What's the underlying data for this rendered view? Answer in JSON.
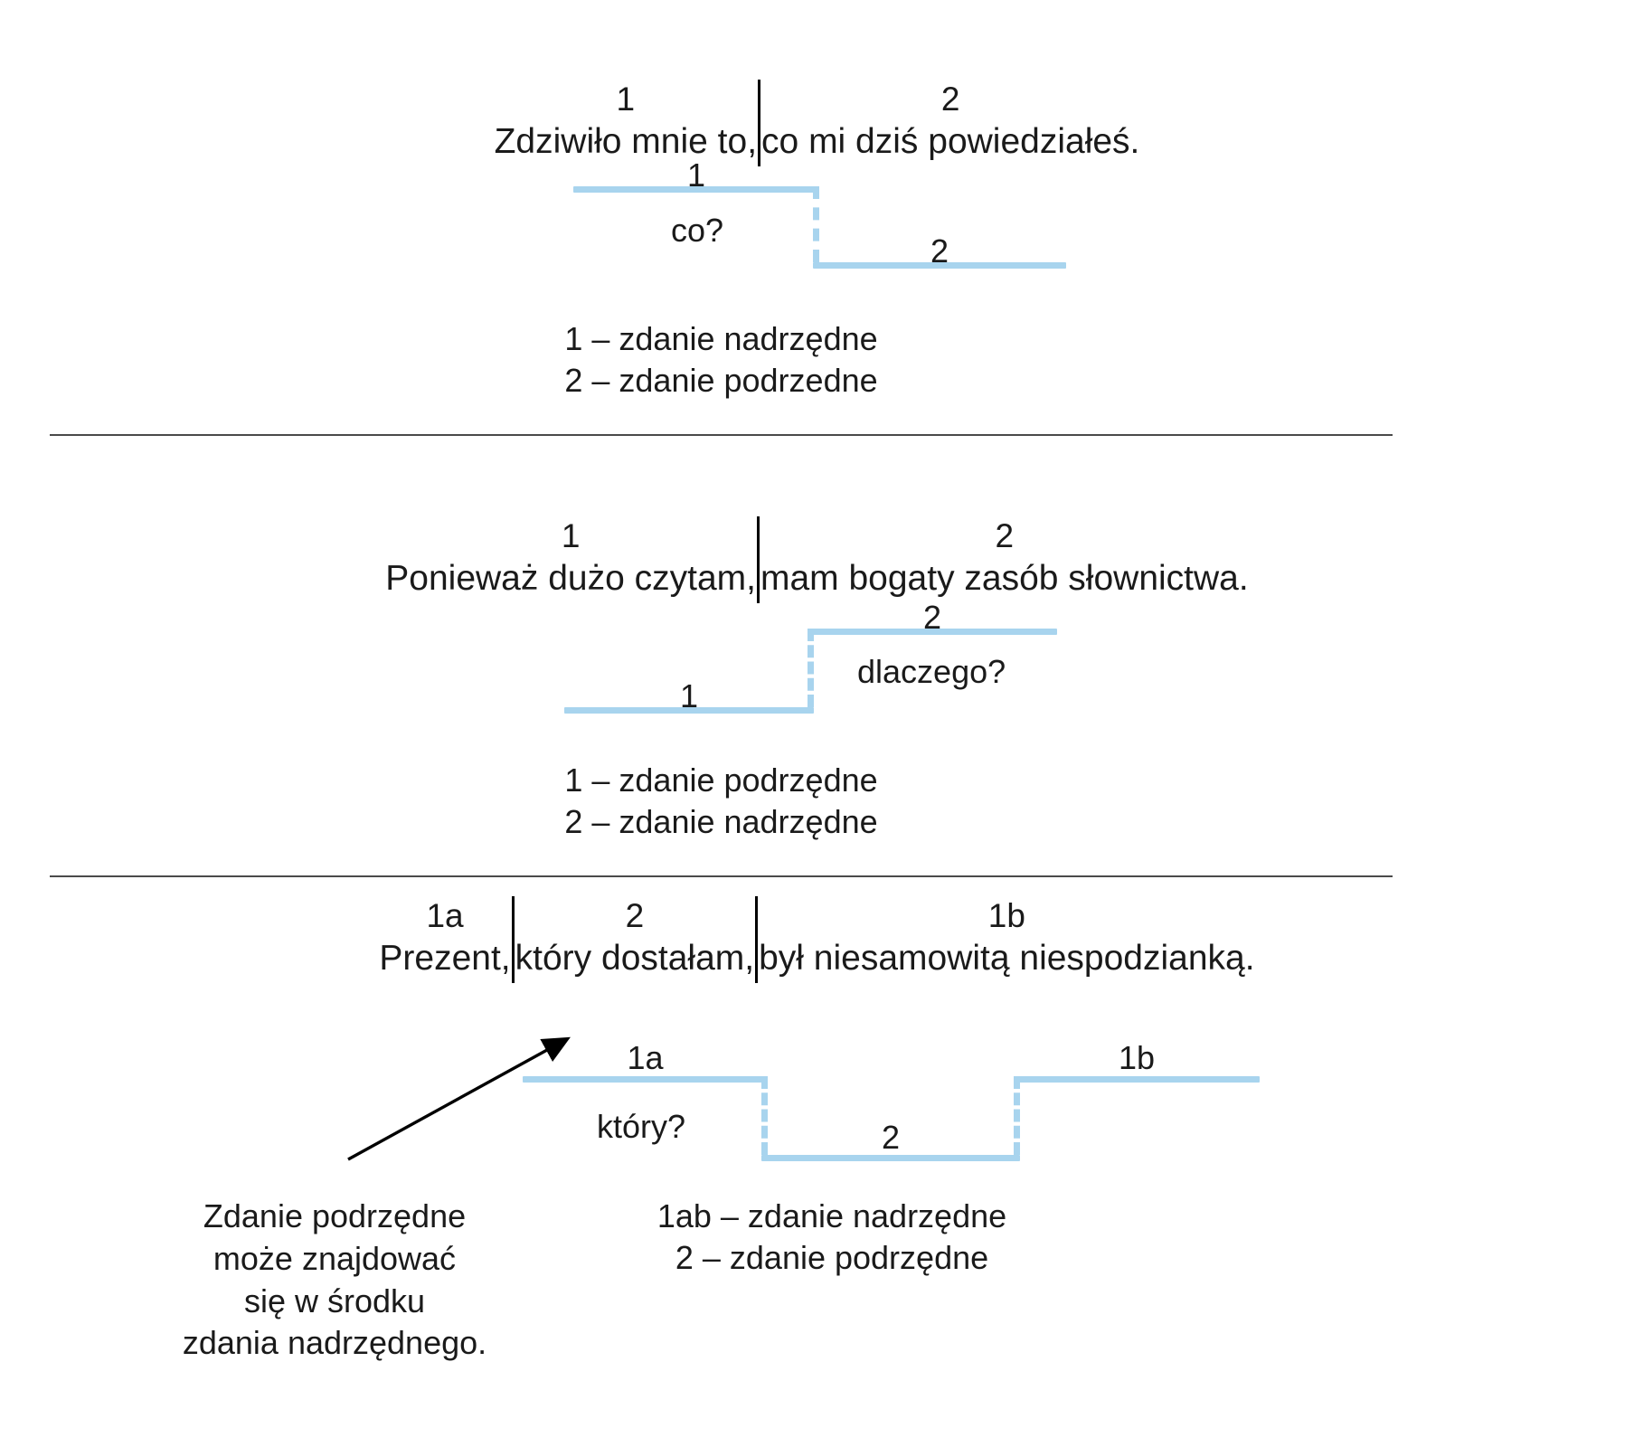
{
  "colors": {
    "blue_line": "#a8d4ee",
    "text": "#1a1a1a",
    "divider": "#4a4a4a"
  },
  "sections": [
    {
      "id": "section-1",
      "sentence": {
        "clauses": [
          {
            "num": "1",
            "text": "Zdziwiło mnie to,"
          },
          {
            "num": "2",
            "text": "co mi dziś powiedziałeś."
          }
        ]
      },
      "schema": {
        "top_label": "1",
        "bottom_label": "2",
        "question": "co?"
      },
      "legend": [
        "1 – zdanie nadrzędne",
        "2 – zdanie podrzedne"
      ]
    },
    {
      "id": "section-2",
      "sentence": {
        "clauses": [
          {
            "num": "1",
            "text": "Ponieważ dużo czytam,"
          },
          {
            "num": "2",
            "text": "mam bogaty zasób słownictwa."
          }
        ]
      },
      "schema": {
        "top_label": "2",
        "bottom_label": "1",
        "question": "dlaczego?"
      },
      "legend": [
        "1 – zdanie podrzędne",
        "2 – zdanie nadrzędne"
      ]
    },
    {
      "id": "section-3",
      "sentence": {
        "clauses": [
          {
            "num": "1a",
            "text": "Prezent,"
          },
          {
            "num": "2",
            "text": "który dostałam,"
          },
          {
            "num": "1b",
            "text": "był niesamowitą niespodzianką."
          }
        ]
      },
      "schema": {
        "label_left": "1a",
        "label_right": "1b",
        "label_middle": "2",
        "question": "który?"
      },
      "legend": [
        "1ab – zdanie nadrzędne",
        "2 – zdanie podrzędne"
      ],
      "note": [
        "Zdanie podrzędne",
        "może znajdować",
        "się w środku",
        "zdania nadrzędnego."
      ]
    }
  ]
}
